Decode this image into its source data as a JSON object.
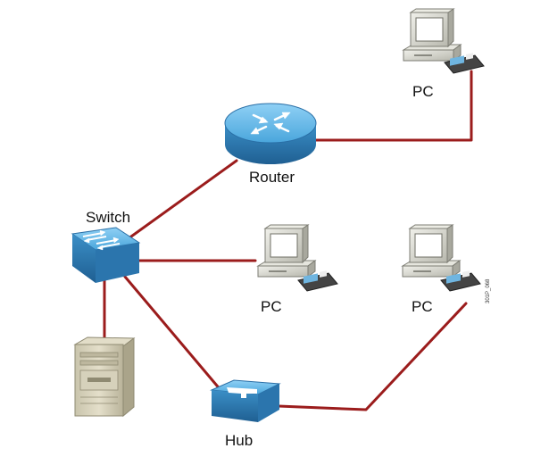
{
  "labels": {
    "router": "Router",
    "switch": "Switch",
    "hub": "Hub",
    "pc_top": "PC",
    "pc_mid": "PC",
    "pc_right": "PC"
  },
  "figure_code": "301P_068",
  "colors": {
    "link": "#9b1c1c",
    "device_blue": "#4a9fd6",
    "device_blue_dark": "#2a6fa6",
    "pc_beige": "#dcdcd0",
    "server_beige": "#cfcab2"
  },
  "icons": {
    "router": "router-icon",
    "switch": "switch-icon",
    "hub": "hub-icon",
    "pc": "pc-icon",
    "server": "server-icon",
    "nic": "network-card-icon"
  }
}
